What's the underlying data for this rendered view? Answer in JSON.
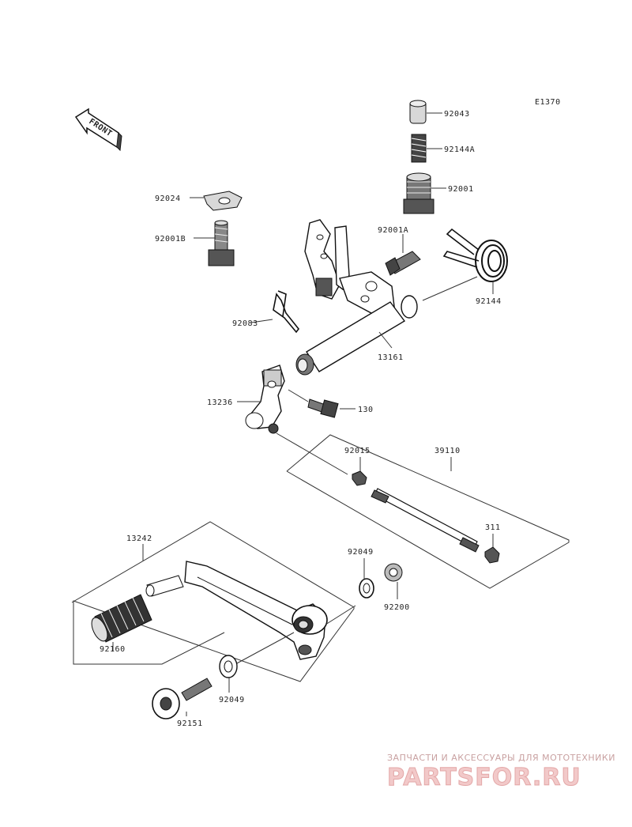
{
  "diagram_code": "E1370",
  "front_label": "FRONT",
  "labels": {
    "p92043": "92043",
    "p92144A": "92144A",
    "p92001": "92001",
    "p92024": "92024",
    "p92001B": "92001B",
    "p92001A": "92001A",
    "p92144": "92144",
    "p92083": "92083",
    "p13161": "13161",
    "p13236": "13236",
    "p130": "130",
    "p92015": "92015",
    "p39110": "39110",
    "p311": "311",
    "p13242": "13242",
    "p92049a": "92049",
    "p92200": "92200",
    "p92160": "92160",
    "p92049b": "92049",
    "p92151": "92151"
  },
  "watermark": {
    "caption": "ЗАПЧАСТИ И АКСЕССУАРЫ ДЛЯ МОТОТЕХНИКИ",
    "brand": "PARTSFOR.RU"
  }
}
